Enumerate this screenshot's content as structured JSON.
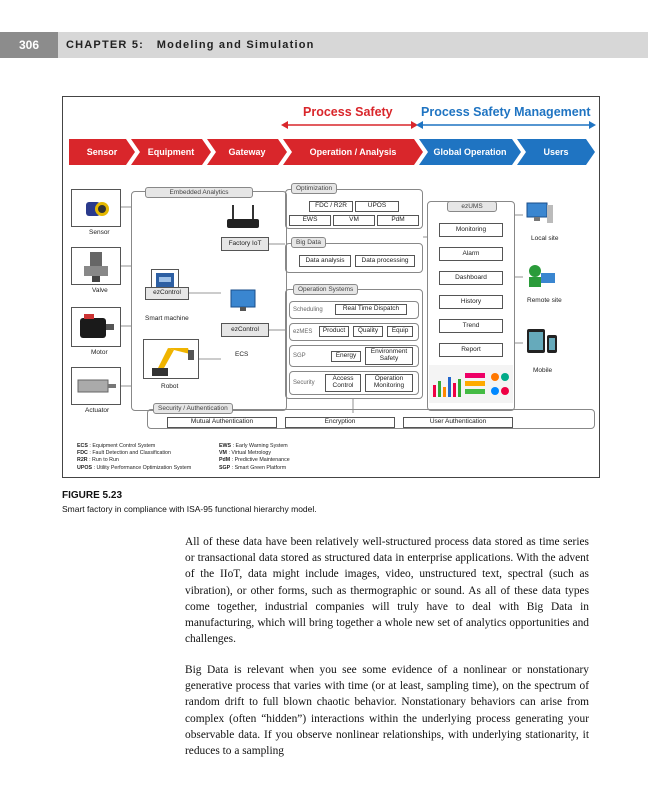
{
  "header": {
    "page_number": "306",
    "chapter": "CHAPTER 5:",
    "chapter_title": "Modeling and Simulation"
  },
  "figure": {
    "process_safety": "Process Safety",
    "process_safety_management": "Process Safety Management",
    "colors": {
      "red": "#d9262b",
      "blue": "#1f74c2"
    },
    "stages": [
      "Sensor",
      "Equipment",
      "Gateway",
      "Operation / Analysis",
      "Global Operation",
      "Users"
    ],
    "devices": {
      "sensor": "Sensor",
      "valve": "Valve",
      "motor": "Motor",
      "actuator": "Actuator",
      "ezcontrol": "ezControl",
      "smart_machine": "Smart machine",
      "robot": "Robot",
      "factory_iot": "Factory IoT",
      "ezcontrol2": "ezControl",
      "ecs": "ECS"
    },
    "embedded_analytics": "Embedded Analytics",
    "optimization": {
      "title": "Optimization",
      "items": [
        "FDC / R2R",
        "UPOS",
        "EWS",
        "VM",
        "PdM"
      ]
    },
    "big_data": {
      "title": "Big Data",
      "items": [
        "Data analysis",
        "Data processing"
      ]
    },
    "operation_systems": {
      "title": "Operation Systems",
      "scheduling": "Scheduling",
      "real_time_dispatch": "Real Time Dispatch",
      "ezmes": "ezMES",
      "product": "Product",
      "quality": "Quality",
      "equip": "Equip",
      "sgp": "SGP",
      "energy": "Energy",
      "environment_safety": "Environment Safety",
      "security": "Security",
      "access_control": "Access Control",
      "operation_monitoring": "Operation Monitoring"
    },
    "ezums": {
      "title": "ezUMS",
      "items": [
        "Monitoring",
        "Alarm",
        "Dashboard",
        "History",
        "Trend",
        "Report"
      ]
    },
    "users": {
      "local_site": "Local site",
      "remote_site": "Remote site",
      "mobile": "Mobile"
    },
    "security_auth": {
      "title": "Security / Authentication",
      "items": [
        "Mutual Authentication",
        "Encryption",
        "User Authentication"
      ]
    },
    "glossary_left": [
      {
        "abbr": "ECS",
        "text": ": Equipment Control System"
      },
      {
        "abbr": "FDC",
        "text": ": Fault Detection and Classification"
      },
      {
        "abbr": "R2R",
        "text": ": Run to Run"
      },
      {
        "abbr": "UPOS",
        "text": ": Utility Performance Optimization System"
      }
    ],
    "glossary_right": [
      {
        "abbr": "EWS",
        "text": ": Early Warning System"
      },
      {
        "abbr": "VM",
        "text": ": Virtual Metrology"
      },
      {
        "abbr": "PdM",
        "text": ": Predictive Maintenance"
      },
      {
        "abbr": "SGP",
        "text": ": Smart Green Platform"
      }
    ]
  },
  "caption": {
    "label": "FIGURE 5.23",
    "text": "Smart factory in compliance with ISA-95 functional hierarchy model."
  },
  "body": {
    "paragraph1": "All of these data have been relatively well-structured process data stored as time series or transactional data stored as structured data in enterprise applications. With the advent of the IIoT, data might include images, video, unstructured text, spectral (such as vibration), or other forms, such as thermographic or sound. As all of these data types come together, industrial companies will truly have to deal with Big Data in manufacturing, which will bring together a whole new set of analytics opportunities and challenges.",
    "paragraph2": "Big Data is relevant when you see some evidence of a nonlinear or nonstationary generative process that varies with time (or at least, sampling time), on the spectrum of random drift to full blown chaotic behavior. Nonstationary behaviors can arise from complex (often “hidden”) interactions within the underlying process generating your observable data. If you observe nonlinear relationships, with underlying stationarity, it reduces to a sampling"
  }
}
